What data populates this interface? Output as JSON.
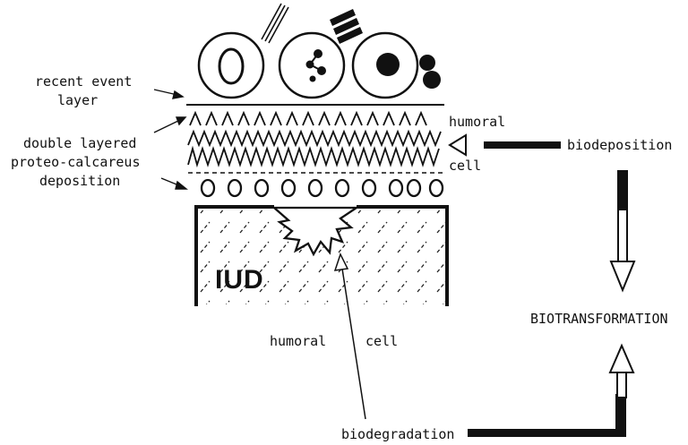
{
  "labels": {
    "recent_event_line1": "recent event",
    "recent_event_line2": "layer",
    "double_line1": "double layered",
    "double_line2": "proteo-calcareus",
    "double_line3": "deposition",
    "humoral_right": "humoral",
    "cell_right": "cell",
    "biodeposition": "biodeposition",
    "biotransformation": "BIOTRANSFORMATION",
    "humoral_bottom": "humoral",
    "cell_bottom": "cell",
    "biodegradation": "biodegradation",
    "iud": "IUD"
  }
}
